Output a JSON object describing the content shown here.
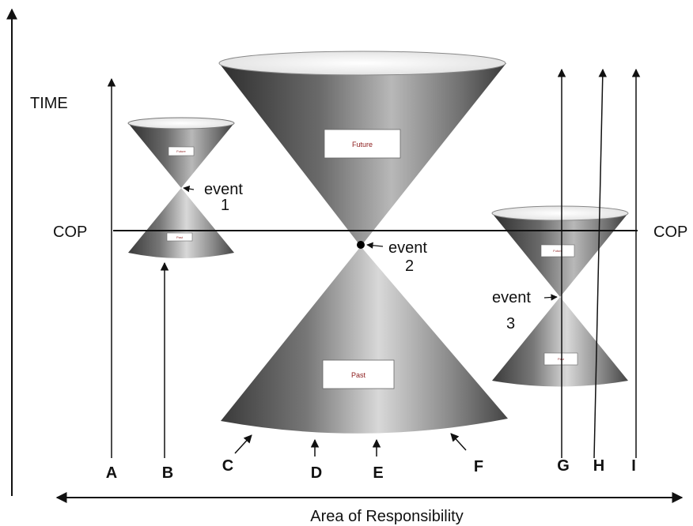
{
  "labels": {
    "time": "TIME",
    "cop_left": "COP",
    "cop_right": "COP",
    "x_axis": "Area of Responsibility"
  },
  "cones": {
    "cone1": {
      "future": "Future",
      "past": "Past"
    },
    "cone2": {
      "future": "Future",
      "past": "Past"
    },
    "cone3": {
      "future": "Future",
      "past": "Past"
    }
  },
  "events": [
    {
      "word": "event",
      "number": "1"
    },
    {
      "word": "event",
      "number": "2"
    },
    {
      "word": "event",
      "number": "3"
    }
  ],
  "letters": [
    "A",
    "B",
    "C",
    "D",
    "E",
    "F",
    "G",
    "H",
    "I"
  ]
}
